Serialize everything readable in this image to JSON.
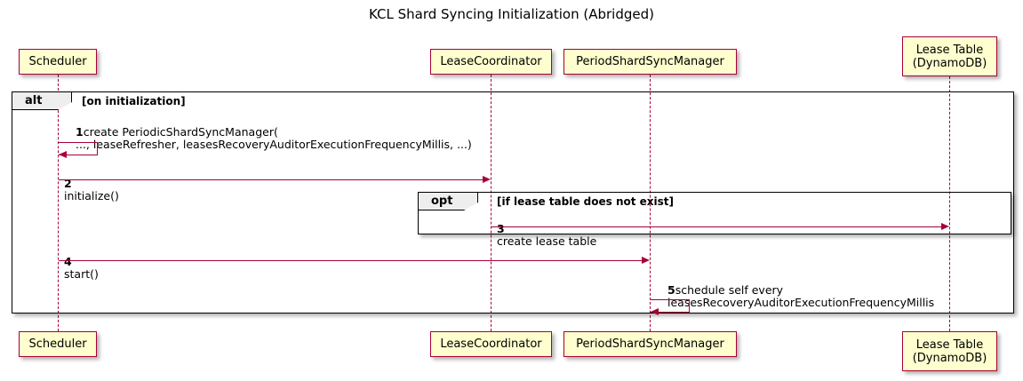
{
  "title": "KCL Shard Syncing Initialization (Abridged)",
  "colors": {
    "participant_fill": "#FEFECE",
    "participant_border": "#A80036",
    "arrow": "#A80036",
    "frame_border": "#000000",
    "frame_tab_fill": "#EEEEEE",
    "background": "#FFFFFF",
    "text": "#000000"
  },
  "participants": [
    {
      "id": "scheduler",
      "label": "Scheduler"
    },
    {
      "id": "lease-coordinator",
      "label": "LeaseCoordinator"
    },
    {
      "id": "period-shard-sync-manager",
      "label": "PeriodShardSyncManager"
    },
    {
      "id": "lease-table",
      "label": "Lease Table\n(DynamoDB)"
    }
  ],
  "fragments": [
    {
      "id": "alt",
      "type": "alt",
      "condition": "[on initialization]"
    },
    {
      "id": "opt",
      "type": "opt",
      "condition": "[if lease table does not exist]"
    }
  ],
  "messages": [
    {
      "number": "1",
      "text": "create PeriodicShardSyncManager(\n   ..., leaseRefresher, leasesRecoveryAuditorExecutionFrequencyMillis, ...)",
      "from": "scheduler",
      "to": "scheduler",
      "kind": "self"
    },
    {
      "number": "2",
      "text": "initialize()",
      "from": "scheduler",
      "to": "lease-coordinator",
      "kind": "call"
    },
    {
      "number": "3",
      "text": "create lease table",
      "from": "lease-coordinator",
      "to": "lease-table",
      "kind": "call"
    },
    {
      "number": "4",
      "text": "start()",
      "from": "scheduler",
      "to": "period-shard-sync-manager",
      "kind": "call"
    },
    {
      "number": "5",
      "text": "schedule self every\n   leasesRecoveryAuditorExecutionFrequencyMillis",
      "from": "period-shard-sync-manager",
      "to": "period-shard-sync-manager",
      "kind": "self"
    }
  ]
}
